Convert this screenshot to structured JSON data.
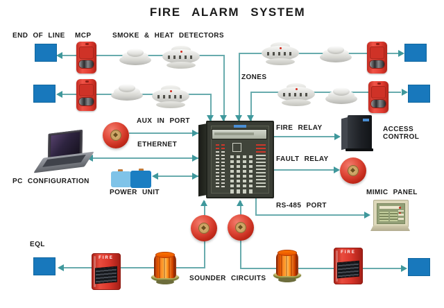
{
  "title": "FIRE ALARM SYSTEM",
  "labels": {
    "end_of_line": "END OF LINE",
    "mcp": "MCP",
    "smoke_heat_detectors": "SMOKE & HEAT DETECTORS",
    "zones": "ZONES",
    "aux_in_port": "AUX IN PORT",
    "ethernet": "ETHERNET",
    "fire_relay": "FIRE RELAY",
    "access_control": "ACCESS CONTROL",
    "fault_relay": "FAULT RELAY",
    "pc_configuration": "PC CONFIGURATION",
    "power_unit": "POWER UNIT",
    "mimic_panel": "MIMIC PANEL",
    "rs485_port": "RS-485 PORT",
    "eql": "EQL",
    "sounder_circuits": "SOUNDER CIRCUITS"
  },
  "device_text": {
    "fire_box": "FIRE"
  },
  "device_types": {
    "blue_square": "end-of-line-terminal",
    "red_box": "manual-call-point",
    "round_detector": "smoke-detector",
    "flat_detector": "heat-detector",
    "red_circle": "alarm-bell",
    "dome": "beacon-strobe",
    "red_wall_box": "fire-sounder-strobe",
    "dark_box": "fire-alarm-control-panel"
  },
  "colors": {
    "background": "#ffffff",
    "wire": "#68abad",
    "arrow": "#3f989c",
    "terminal_blue": "#1878bc",
    "device_red": "#d8352a",
    "panel_dark": "#393c34",
    "text": "#1a1a1a"
  }
}
